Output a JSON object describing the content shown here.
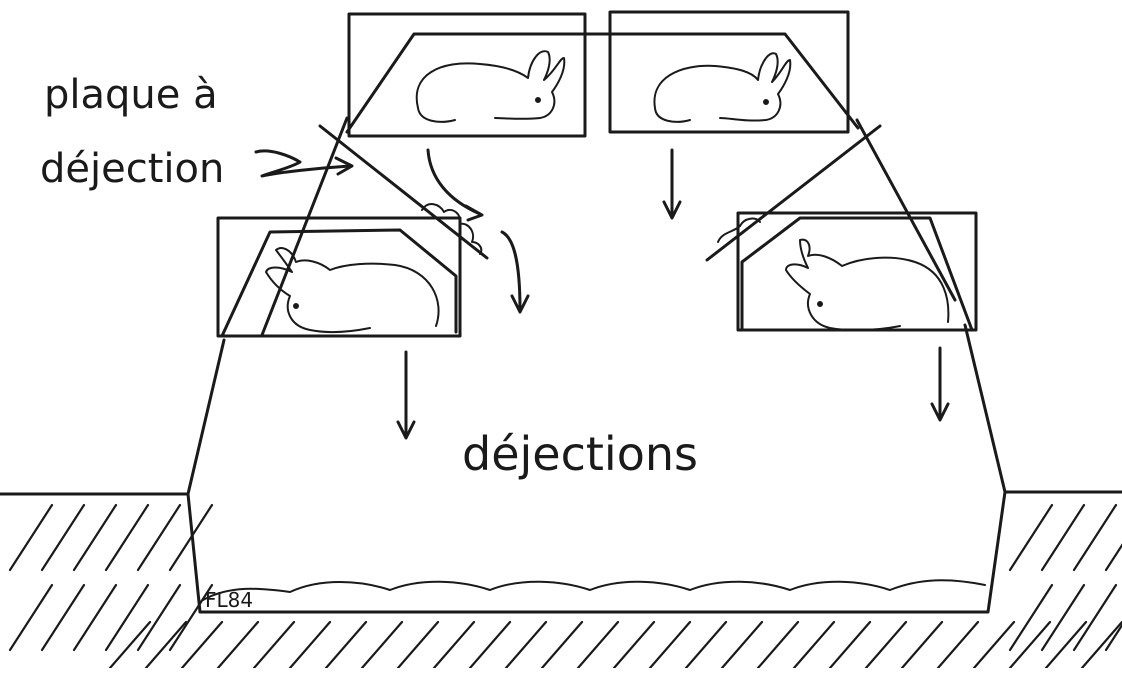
{
  "labels": {
    "plate_line1": "plaque à",
    "plate_line2": "déjection",
    "droppings": "déjections"
  },
  "signature": "FL84",
  "icons": [
    "rabbit-icon",
    "arrow-down-icon",
    "droppings-pile-icon"
  ]
}
